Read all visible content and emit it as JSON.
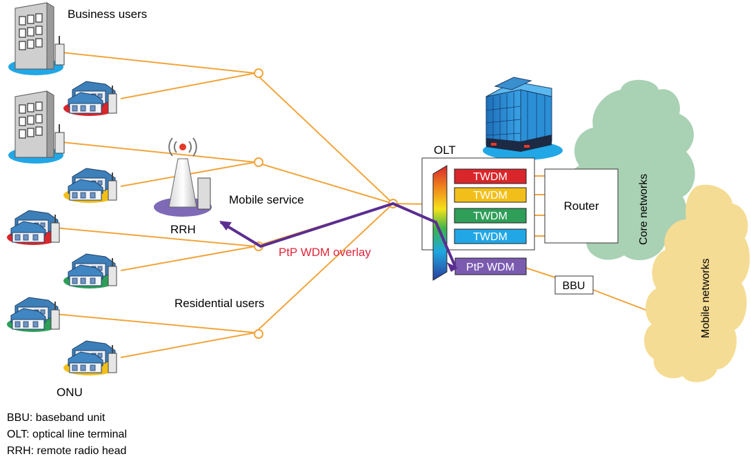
{
  "labels": {
    "business_users": "Business users",
    "residential_users": "Residential users",
    "onu": "ONU",
    "mobile_service": "Mobile service",
    "rrh": "RRH",
    "ptp_overlay": "PtP WDM overlay",
    "olt": "OLT",
    "router": "Router",
    "bbu": "BBU",
    "core_networks": "Core networks",
    "mobile_networks": "Mobile networks"
  },
  "twdm_channels": [
    {
      "label": "TWDM",
      "color": "#d9262a"
    },
    {
      "label": "TWDM",
      "color": "#f2bf1a"
    },
    {
      "label": "TWDM",
      "color": "#2e9e58"
    },
    {
      "label": "TWDM",
      "color": "#22a7e6"
    }
  ],
  "ptp_wdm": {
    "label": "PtP WDM",
    "color": "#7b5bb0"
  },
  "legend": [
    "BBU: baseband unit",
    "OLT: optical line terminal",
    "RRH: remote radio head"
  ],
  "colors": {
    "fiber": "#f1a43a",
    "ptp_link": "#5b2d91",
    "core_cloud": "#a9d1b4",
    "mobile_cloud": "#f5dc94",
    "ptp_text": "#e0253a"
  }
}
